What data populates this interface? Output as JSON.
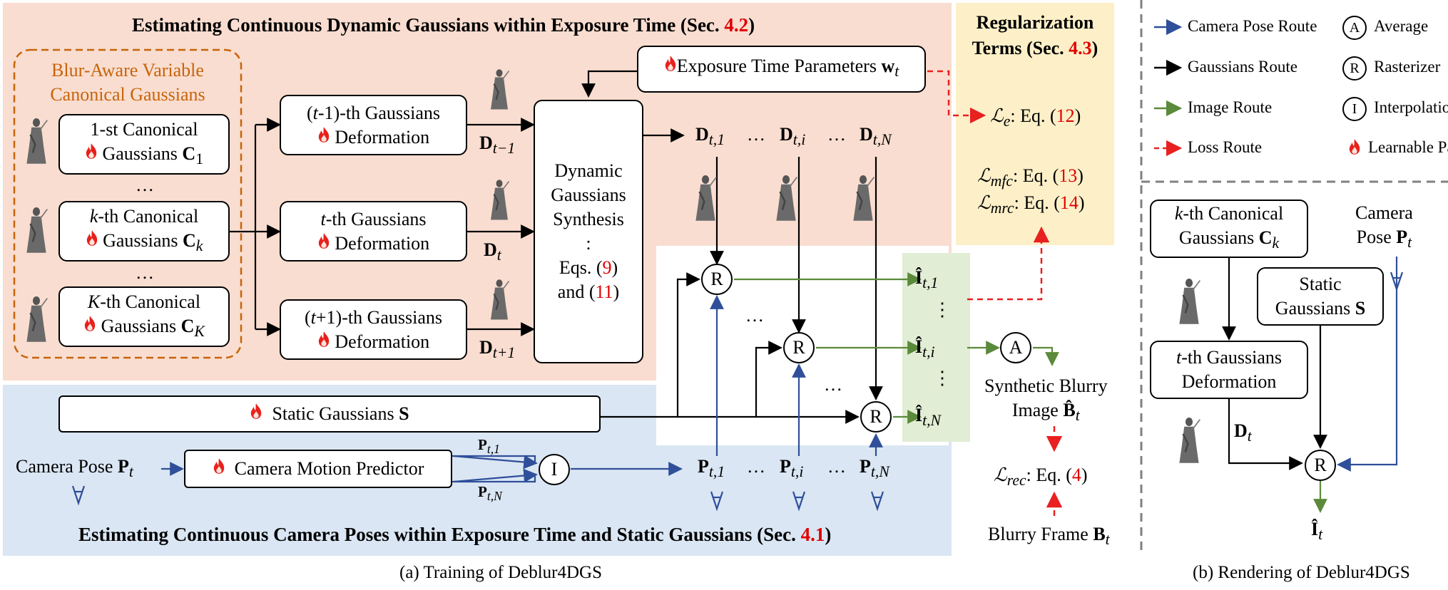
{
  "training": {
    "top_title": "Estimating Continuous Dynamic Gaussians within Exposure Time (Sec. ",
    "top_sec": "4.2",
    "top_close": ")",
    "bottom_title": "Estimating Continuous Camera Poses within Exposure Time and Static Gaussians (Sec. ",
    "bottom_sec": "4.1",
    "bottom_close": ")",
    "blur_group_title_1": "Blur-Aware Variable",
    "blur_group_title_2": "Canonical Gaussians",
    "canonical": [
      {
        "line1": "1-st Canonical",
        "line2": "Gaussians ",
        "sym": "C",
        "sub": "1"
      },
      {
        "line1": "k-th Canonical",
        "line2": "Gaussians ",
        "sym": "C",
        "sub": "k"
      },
      {
        "line1": "K-th Canonical",
        "line2": "Gaussians ",
        "sym": "C",
        "sub": "K"
      }
    ],
    "ellipsis": "…",
    "deform": [
      {
        "line1": "(t-1)-th Gaussians",
        "line2": "Deformation",
        "out": "D",
        "sub": "t−1"
      },
      {
        "line1": "t-th Gaussians",
        "line2": "Deformation",
        "out": "D",
        "sub": "t"
      },
      {
        "line1": "(t+1)-th Gaussians",
        "line2": "Deformation",
        "out": "D",
        "sub": "t+1"
      }
    ],
    "synthesis": [
      "Dynamic",
      "Gaussians",
      "Synthesis",
      ":",
      "Eqs. (",
      "9",
      ")",
      "and (",
      "11",
      ")"
    ],
    "exposure_label": "Exposure Time Parameters ",
    "exposure_sym": "w",
    "exposure_sub": "t",
    "d_outputs": [
      {
        "sym": "D",
        "sub": "t,1"
      },
      {
        "sym": "D",
        "sub": "t,i"
      },
      {
        "sym": "D",
        "sub": "t,N"
      }
    ],
    "rasterizer": "R",
    "interp": "I",
    "average": "A",
    "images": [
      {
        "sym": "Î",
        "sub": "t,1"
      },
      {
        "sym": "Î",
        "sub": "t,i"
      },
      {
        "sym": "Î",
        "sub": "t,N"
      }
    ],
    "static_label": "Static Gaussians ",
    "static_sym": "S",
    "camera_pose_label": "Camera Pose ",
    "camera_pose_sym": "P",
    "camera_pose_sub": "t",
    "cmp_label": "Camera Motion Predictor",
    "p_small": [
      {
        "sym": "P",
        "sub": "t,1"
      },
      {
        "sym": "P",
        "sub": "t,N"
      }
    ],
    "p_outputs": [
      {
        "sym": "P",
        "sub": "t,1"
      },
      {
        "sym": "P",
        "sub": "t,i"
      },
      {
        "sym": "P",
        "sub": "t,N"
      }
    ],
    "synthetic_1": "Synthetic Blurry",
    "synthetic_2": "Image ",
    "synthetic_sym": "B̂",
    "synthetic_sub": "t",
    "rec_loss": "ℒ",
    "rec_sub": "rec",
    "rec_eq": ":  Eq. (",
    "rec_num": "4",
    "blurry_frame": "Blurry Frame ",
    "blurry_sym": "B",
    "blurry_sub": "t",
    "caption": "(a) Training of Deblur4DGS"
  },
  "regularization": {
    "title_1": "Regularization",
    "title_2": "Terms (Sec. ",
    "sec": "4.3",
    "close": ")",
    "terms": [
      {
        "sub": "e",
        "eq": ": Eq. (",
        "num": "12"
      },
      {
        "sub": "mfc",
        "eq": ": Eq. (",
        "num": "13"
      },
      {
        "sub": "mrc",
        "eq": ": Eq. (",
        "num": "14"
      }
    ]
  },
  "legend": {
    "camera_route": "Camera Pose Route",
    "gaussians_route": "Gaussians Route",
    "image_route": "Image Route",
    "loss_route": "Loss Route",
    "average": "Average",
    "rasterizer": "Rasterizer",
    "interpolation": "Interpolation",
    "learnable": "Learnable Params",
    "A": "A",
    "R": "R",
    "I": "I"
  },
  "rendering": {
    "canonical_1": "k-th Canonical",
    "canonical_2": "Gaussians ",
    "canonical_sym": "C",
    "canonical_sub": "k",
    "camera_1": "Camera",
    "camera_2": "Pose ",
    "camera_sym": "P",
    "camera_sub": "t",
    "static_1": "Static",
    "static_2": "Gaussians ",
    "static_sym": "S",
    "deform_1": "t-th Gaussians",
    "deform_2": "Deformation",
    "d_sym": "D",
    "d_sub": "t",
    "r": "R",
    "out_sym": "Î",
    "out_sub": "t",
    "caption": "(b) Rendering of Deblur4DGS"
  },
  "colors": {
    "dynamic_panel": "#f9ddd0",
    "static_panel": "#dae6f3",
    "reg_panel": "#fdf0c8",
    "image_panel": "#e1edd4",
    "camera_route": "#2f4f9a",
    "gaussians_route": "#000000",
    "image_route": "#5a8a3a",
    "loss_route": "#e82020",
    "group_border": "#c8640a"
  }
}
